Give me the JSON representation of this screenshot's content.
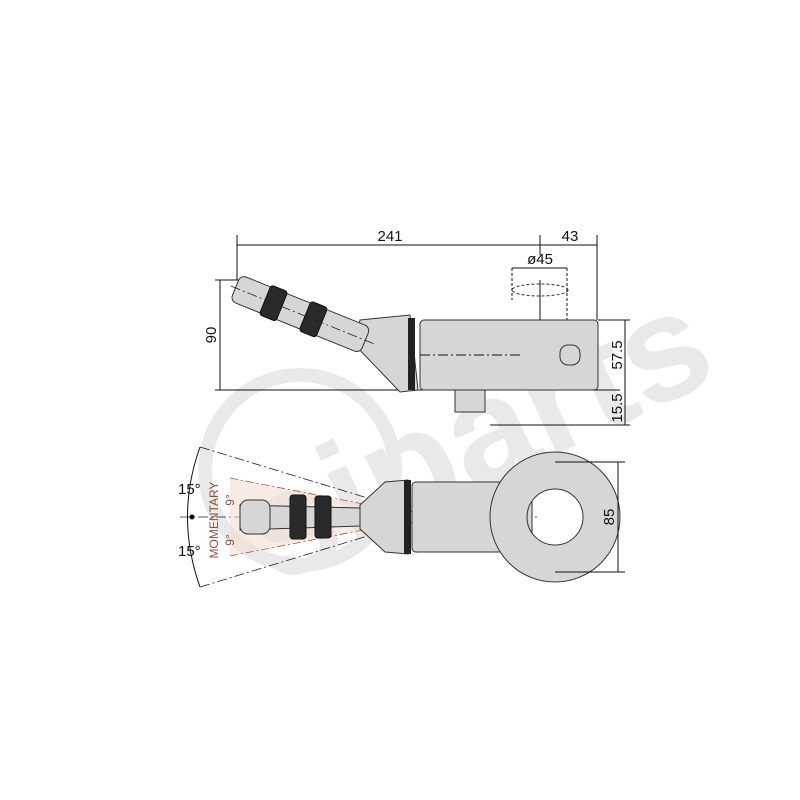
{
  "watermark": "siparts",
  "top_view": {
    "dim_length": "241",
    "dim_end": "43",
    "dim_diameter": "ø45",
    "dim_height": "90",
    "dim_body_height": "57.5",
    "dim_connector": "15.5"
  },
  "bottom_view": {
    "angle_top": "15°",
    "angle_bottom": "15°",
    "momentary_label": "MOMENTARY",
    "momentary_angle_top": "9°",
    "momentary_angle_bottom": "9°",
    "dim_ring": "85"
  },
  "colors": {
    "momentary": "#b06040",
    "part_fill": "#d6d6d6"
  }
}
